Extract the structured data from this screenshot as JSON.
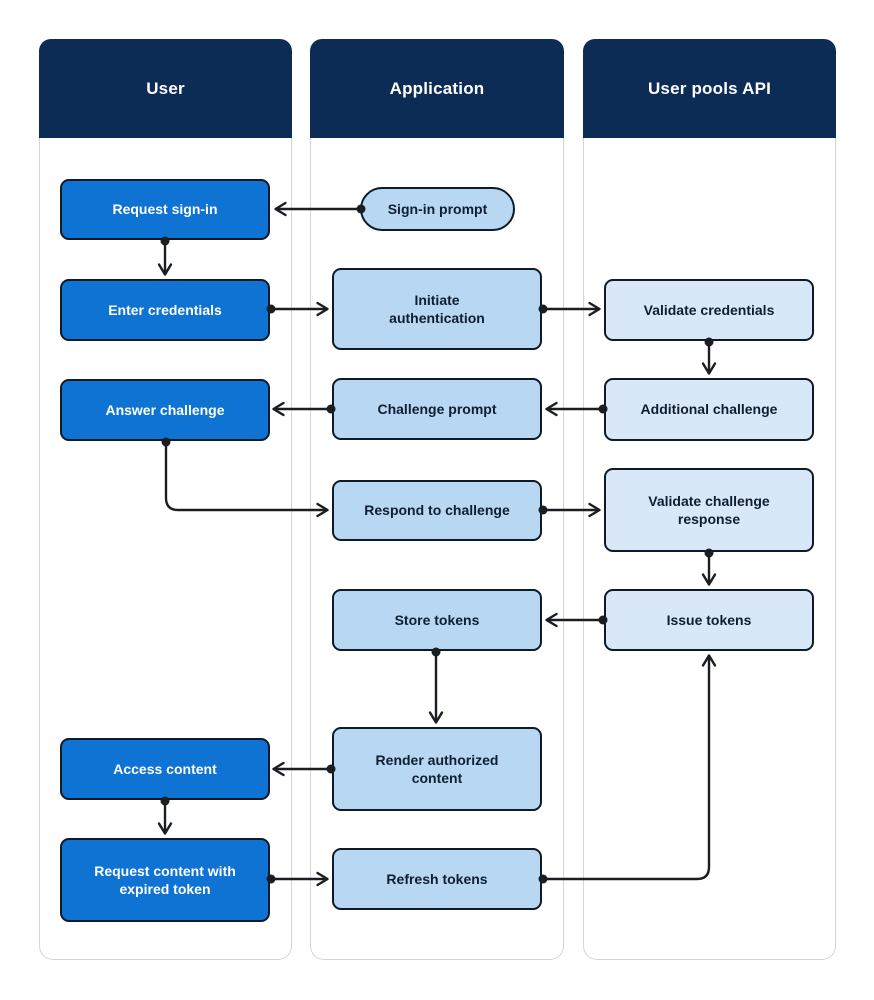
{
  "colors": {
    "page_bg": "#ffffff",
    "header_bg": "#0c2c55",
    "header_text": "#ffffff",
    "user_node_bg": "#0e73d3",
    "user_node_text": "#ffffff",
    "app_node_bg": "#b8d7f2",
    "api_node_bg": "#d9e8f8",
    "node_border": "#0e1a26",
    "node_text_dark": "#0d1f33",
    "lane_border": "#d4d4d4",
    "lane_bg": "#ffffff",
    "connector": "#1a1d21"
  },
  "lanes": [
    {
      "title": "User"
    },
    {
      "title": "Application"
    },
    {
      "title": "User pools API"
    }
  ],
  "nodes": {
    "request_sign_in": {
      "label": "Request sign-in",
      "lane": "User"
    },
    "enter_credentials": {
      "label": "Enter credentials",
      "lane": "User"
    },
    "answer_challenge": {
      "label": "Answer challenge",
      "lane": "User"
    },
    "access_content": {
      "label": "Access content",
      "lane": "User"
    },
    "request_content_expired": {
      "label": "Request content with expired token",
      "lane": "User"
    },
    "sign_in_prompt": {
      "label": "Sign-in prompt",
      "lane": "Application"
    },
    "initiate_authentication": {
      "label": "Initiate authentication",
      "lane": "Application"
    },
    "challenge_prompt": {
      "label": "Challenge prompt",
      "lane": "Application"
    },
    "respond_to_challenge": {
      "label": "Respond to challenge",
      "lane": "Application"
    },
    "store_tokens": {
      "label": "Store tokens",
      "lane": "Application"
    },
    "render_authorized_content": {
      "label": "Render authorized content",
      "lane": "Application"
    },
    "refresh_tokens": {
      "label": "Refresh tokens",
      "lane": "Application"
    },
    "validate_credentials": {
      "label": "Validate credentials",
      "lane": "User pools API"
    },
    "additional_challenge": {
      "label": "Additional challenge",
      "lane": "User pools API"
    },
    "validate_challenge_response": {
      "label": "Validate challenge response",
      "lane": "User pools API"
    },
    "issue_tokens": {
      "label": "Issue tokens",
      "lane": "User pools API"
    }
  },
  "edges": [
    {
      "from": "sign_in_prompt",
      "to": "request_sign_in"
    },
    {
      "from": "request_sign_in",
      "to": "enter_credentials"
    },
    {
      "from": "enter_credentials",
      "to": "initiate_authentication"
    },
    {
      "from": "initiate_authentication",
      "to": "validate_credentials"
    },
    {
      "from": "validate_credentials",
      "to": "additional_challenge"
    },
    {
      "from": "additional_challenge",
      "to": "challenge_prompt"
    },
    {
      "from": "challenge_prompt",
      "to": "answer_challenge"
    },
    {
      "from": "answer_challenge",
      "to": "respond_to_challenge"
    },
    {
      "from": "respond_to_challenge",
      "to": "validate_challenge_response"
    },
    {
      "from": "validate_challenge_response",
      "to": "issue_tokens"
    },
    {
      "from": "issue_tokens",
      "to": "store_tokens"
    },
    {
      "from": "store_tokens",
      "to": "render_authorized_content"
    },
    {
      "from": "render_authorized_content",
      "to": "access_content"
    },
    {
      "from": "access_content",
      "to": "request_content_expired"
    },
    {
      "from": "request_content_expired",
      "to": "refresh_tokens"
    },
    {
      "from": "refresh_tokens",
      "to": "issue_tokens"
    }
  ]
}
